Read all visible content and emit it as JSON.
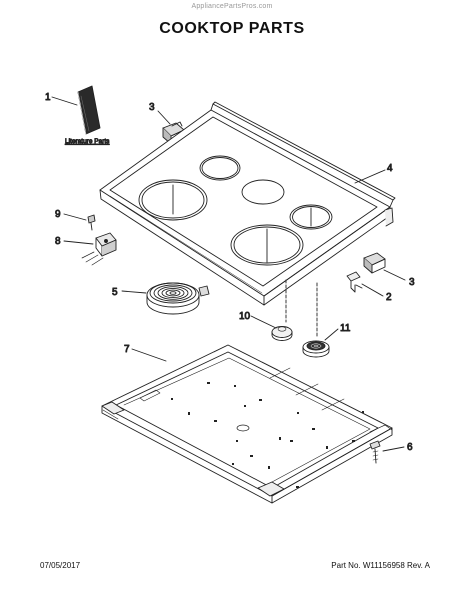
{
  "watermark": "AppliancePartsPros.com",
  "title": "COOKTOP PARTS",
  "literature_label": "Literature Parts",
  "callouts": [
    "1",
    "2",
    "3",
    "3",
    "4",
    "5",
    "6",
    "7",
    "8",
    "9",
    "10",
    "11"
  ],
  "footer": {
    "date": "07/05/2017",
    "part": "Part No. W11156958  Rev. A"
  }
}
